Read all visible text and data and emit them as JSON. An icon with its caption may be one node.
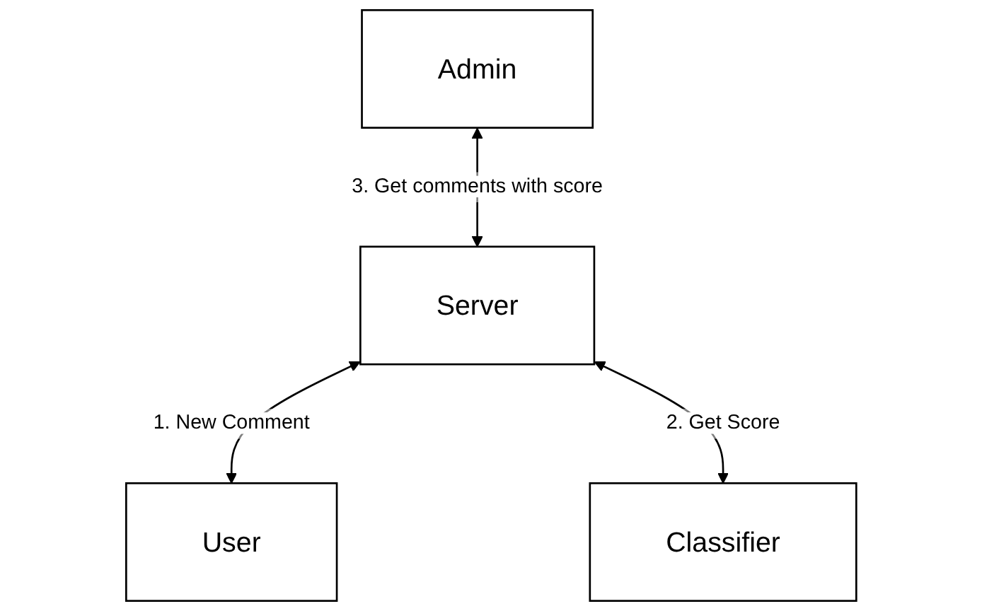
{
  "diagram": {
    "nodes": [
      {
        "text": [
          "Admin"
        ]
      },
      {
        "text": [
          "Server"
        ]
      },
      {
        "text": [
          "User"
        ]
      },
      {
        "text": [
          "Classifier"
        ]
      }
    ],
    "edges": [
      {
        "from": 0,
        "to": 1,
        "arrow": "both",
        "label": "3. Get comments with score"
      },
      {
        "from": 1,
        "to": 2,
        "arrow": "both",
        "label": "1. New Comment"
      },
      {
        "from": 1,
        "to": 3,
        "arrow": "both",
        "label": "2. Get Score"
      }
    ]
  }
}
